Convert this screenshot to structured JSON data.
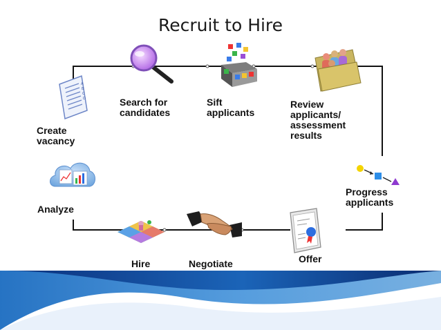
{
  "title": "Recruit to Hire",
  "steps": {
    "create": [
      "Create",
      "vacancy"
    ],
    "search": [
      "Search for",
      "candidates"
    ],
    "sift": [
      "Sift",
      "applicants"
    ],
    "review": [
      "Review",
      "applicants/",
      "assessment",
      "results"
    ],
    "progress": [
      "Progress",
      "applicants"
    ],
    "offer": [
      "Offer"
    ],
    "negotiate": [
      "Negotiate"
    ],
    "hire": [
      "Hire"
    ],
    "analyze": [
      "Analyze"
    ]
  },
  "colors": {
    "connector": "#111111",
    "wave_dark": "#0b2f7a",
    "wave_light": "#5aa8e8"
  },
  "icons": [
    "document-icon",
    "magnifier-icon",
    "sift-blocks-icon",
    "folder-people-icon",
    "process-flow-icon",
    "certificate-icon",
    "handshake-icon",
    "puzzle-icon",
    "chart-cloud-icon"
  ]
}
